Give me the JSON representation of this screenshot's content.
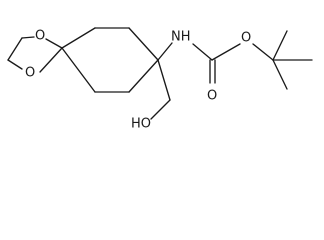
{
  "molecule": {
    "atom_labels": {
      "o_ketal_top": "O",
      "o_ketal_bottom": "O",
      "nh": "NH",
      "o_carbonyl": "O",
      "o_ester": "O",
      "hydroxyl": "HO"
    }
  }
}
